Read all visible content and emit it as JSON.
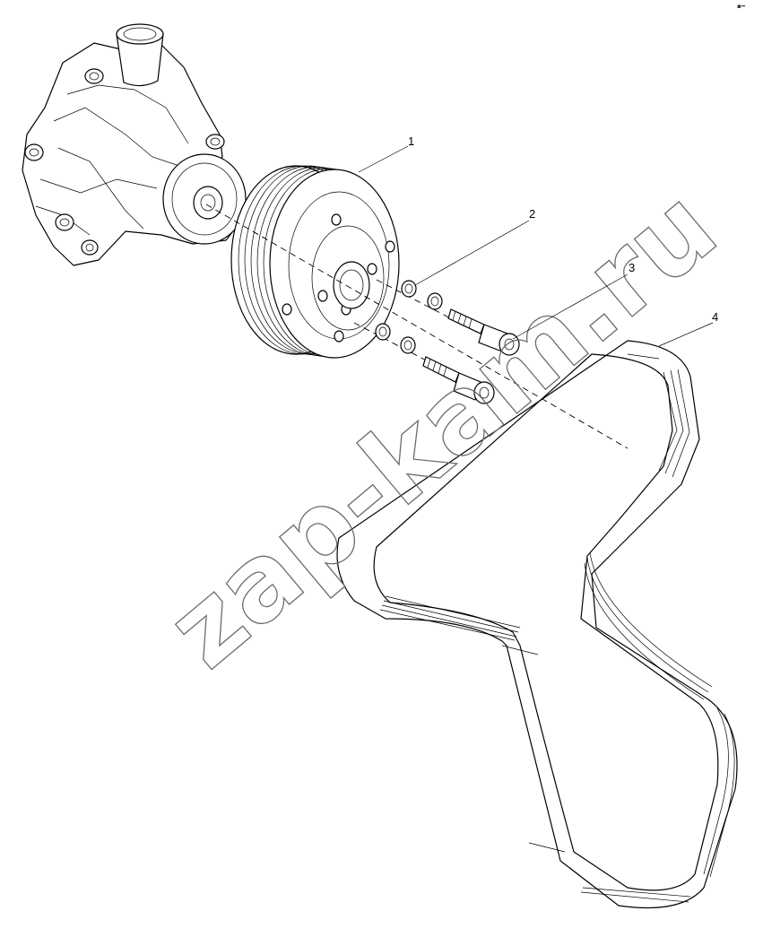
{
  "corner_mark": "▪━",
  "watermark": "zap-kam.ru",
  "callouts": [
    {
      "id": "1",
      "label": "1"
    },
    {
      "id": "2",
      "label": "2"
    },
    {
      "id": "3",
      "label": "3"
    },
    {
      "id": "4",
      "label": "4"
    }
  ]
}
